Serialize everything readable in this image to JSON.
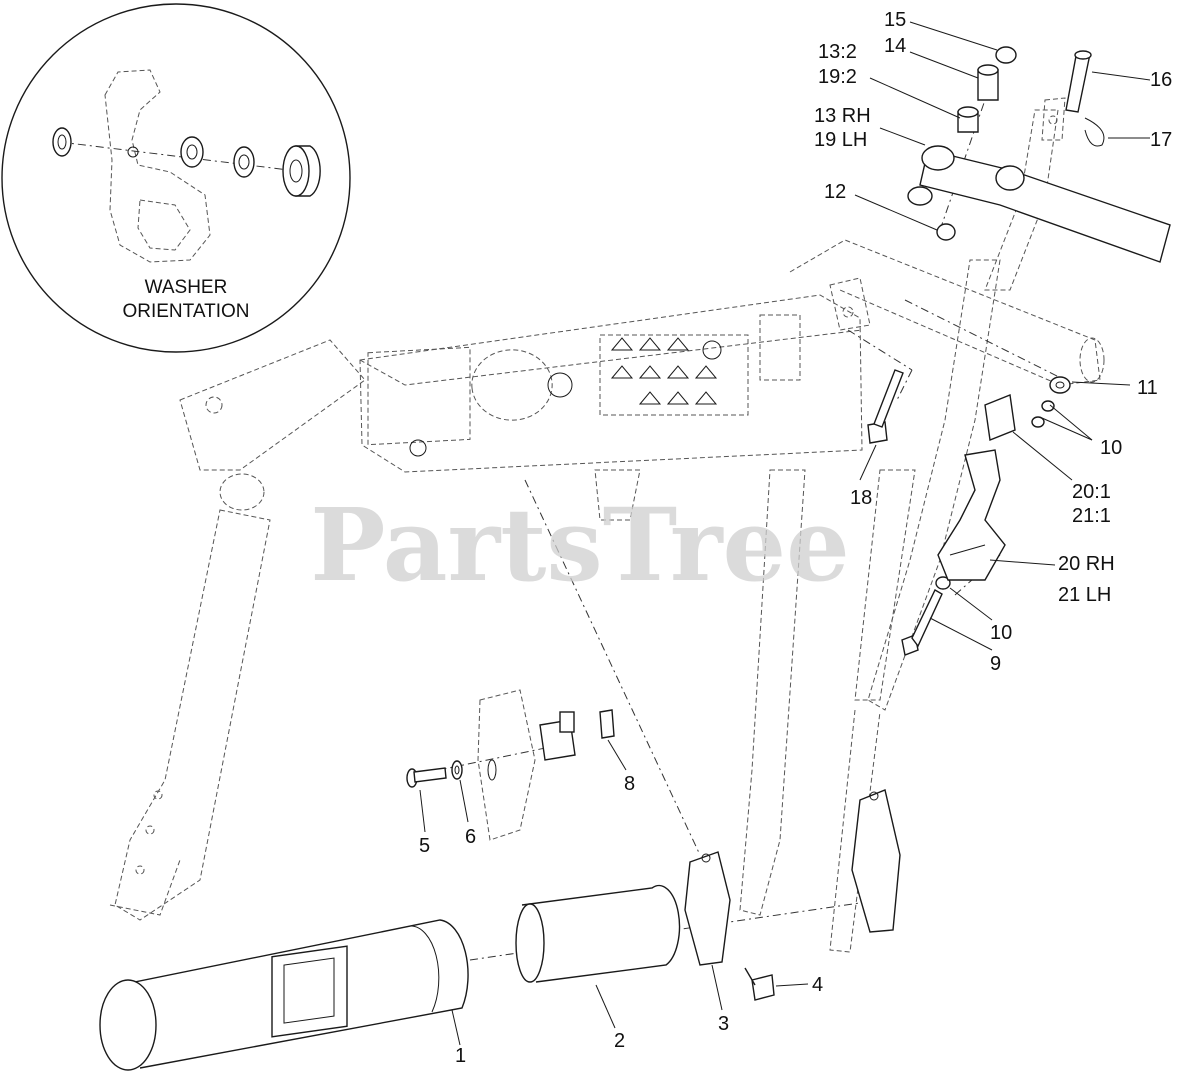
{
  "watermark": "PartsTree",
  "inset": {
    "caption_line1": "WASHER",
    "caption_line2": "ORIENTATION"
  },
  "labels": {
    "l1": "1",
    "l2": "2",
    "l3": "3",
    "l4": "4",
    "l5": "5",
    "l6": "6",
    "l8": "8",
    "l9": "9",
    "l10a": "10",
    "l10b": "10",
    "l11": "11",
    "l12": "12",
    "l13_19_a": "13:2",
    "l13_19_b": "19:2",
    "l13": "13 RH",
    "l19": "19 LH",
    "l14": "14",
    "l15": "15",
    "l16": "16",
    "l17": "17",
    "l18": "18",
    "l20_21_a": "20:1",
    "l20_21_b": "21:1",
    "l20": "20 RH",
    "l21": "21 LH"
  }
}
